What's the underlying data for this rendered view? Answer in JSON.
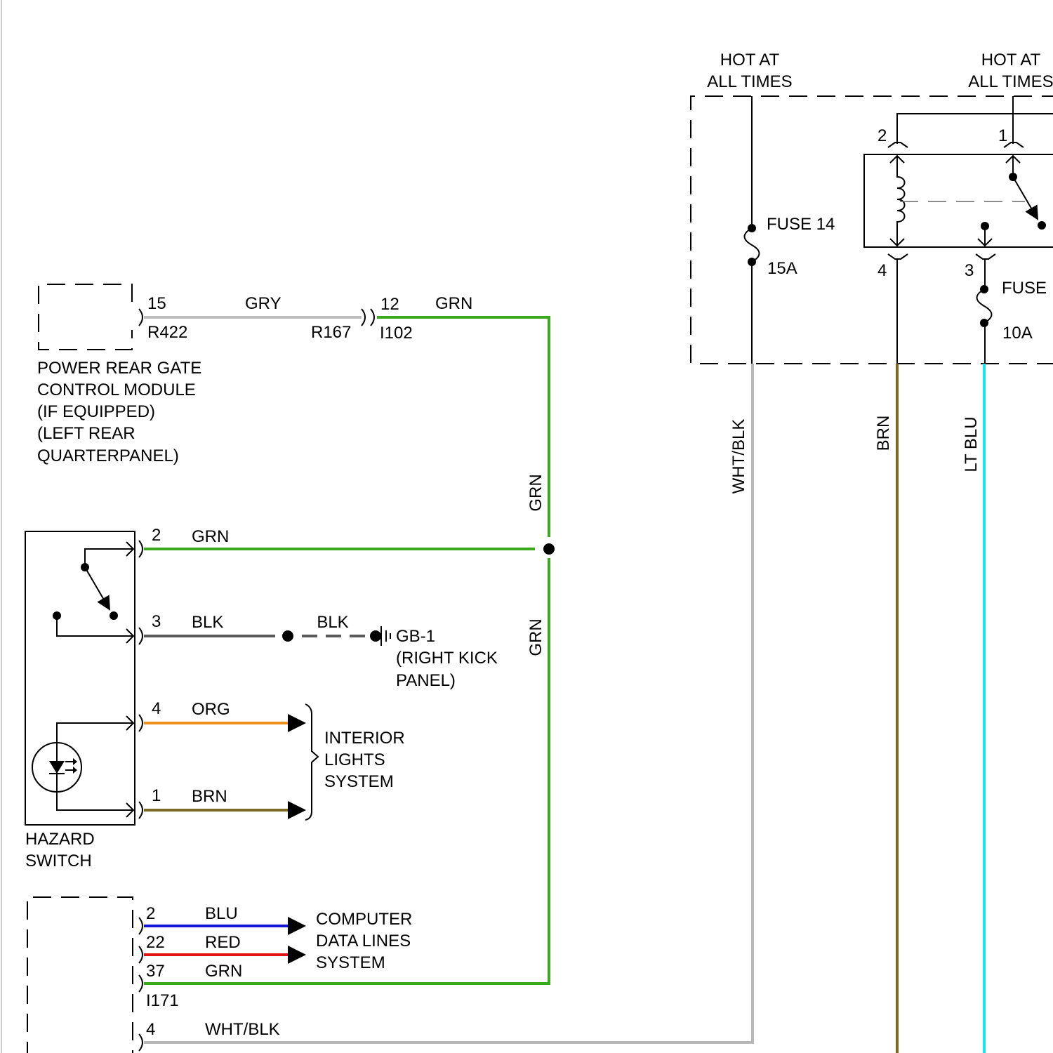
{
  "colors": {
    "grn": "#3aa91e",
    "gry": "#bdbdbd",
    "blk": "#5a5a5a",
    "org": "#f0901c",
    "brn": "#7d6a22",
    "blu": "#1515d8",
    "red": "#e01414",
    "wht_blk": "#b8b8b8",
    "lt_blu": "#1ae6f0",
    "brn_main": "#806424"
  },
  "fuse_box": {
    "hot1": [
      "HOT AT",
      "ALL TIMES"
    ],
    "hot2": [
      "HOT AT",
      "ALL TIMES"
    ],
    "fuse14": {
      "name": "FUSE 14",
      "rating": "15A"
    },
    "fuse2": {
      "name": "FUSE",
      "rating": "10A"
    },
    "relay_pins": [
      "2",
      "1",
      "4",
      "3"
    ],
    "wire_labels": [
      "WHT/BLK",
      "BRN",
      "LT BLU"
    ]
  },
  "rear_gate": {
    "pin": "15",
    "wire": "GRY",
    "conn1": "R422",
    "conn2": "R167",
    "pin2": "12",
    "wire2": "GRN",
    "conn3": "I102",
    "label": [
      "POWER REAR GATE",
      "CONTROL MODULE",
      "(IF EQUIPPED)",
      "(LEFT REAR",
      "QUARTERPANEL)"
    ]
  },
  "vertical_labels": [
    "GRN",
    "GRN"
  ],
  "hazard": {
    "label": [
      "HAZARD",
      "SWITCH"
    ],
    "pins": [
      {
        "pin": "2",
        "wire": "GRN"
      },
      {
        "pin": "3",
        "wire": "BLK"
      },
      {
        "pin": "4",
        "wire": "ORG"
      },
      {
        "pin": "1",
        "wire": "BRN"
      }
    ],
    "ground_wire": "BLK",
    "ground": [
      "GB-1",
      "(RIGHT KICK",
      "PANEL)"
    ],
    "interior": [
      "INTERIOR",
      "LIGHTS",
      "SYSTEM"
    ]
  },
  "computer": {
    "pins": [
      {
        "pin": "2",
        "wire": "BLU"
      },
      {
        "pin": "22",
        "wire": "RED"
      },
      {
        "pin": "37",
        "wire": "GRN"
      },
      {
        "pin": "4",
        "wire": "WHT/BLK"
      }
    ],
    "conn": "I171",
    "system": [
      "COMPUTER",
      "DATA LINES",
      "SYSTEM"
    ]
  }
}
